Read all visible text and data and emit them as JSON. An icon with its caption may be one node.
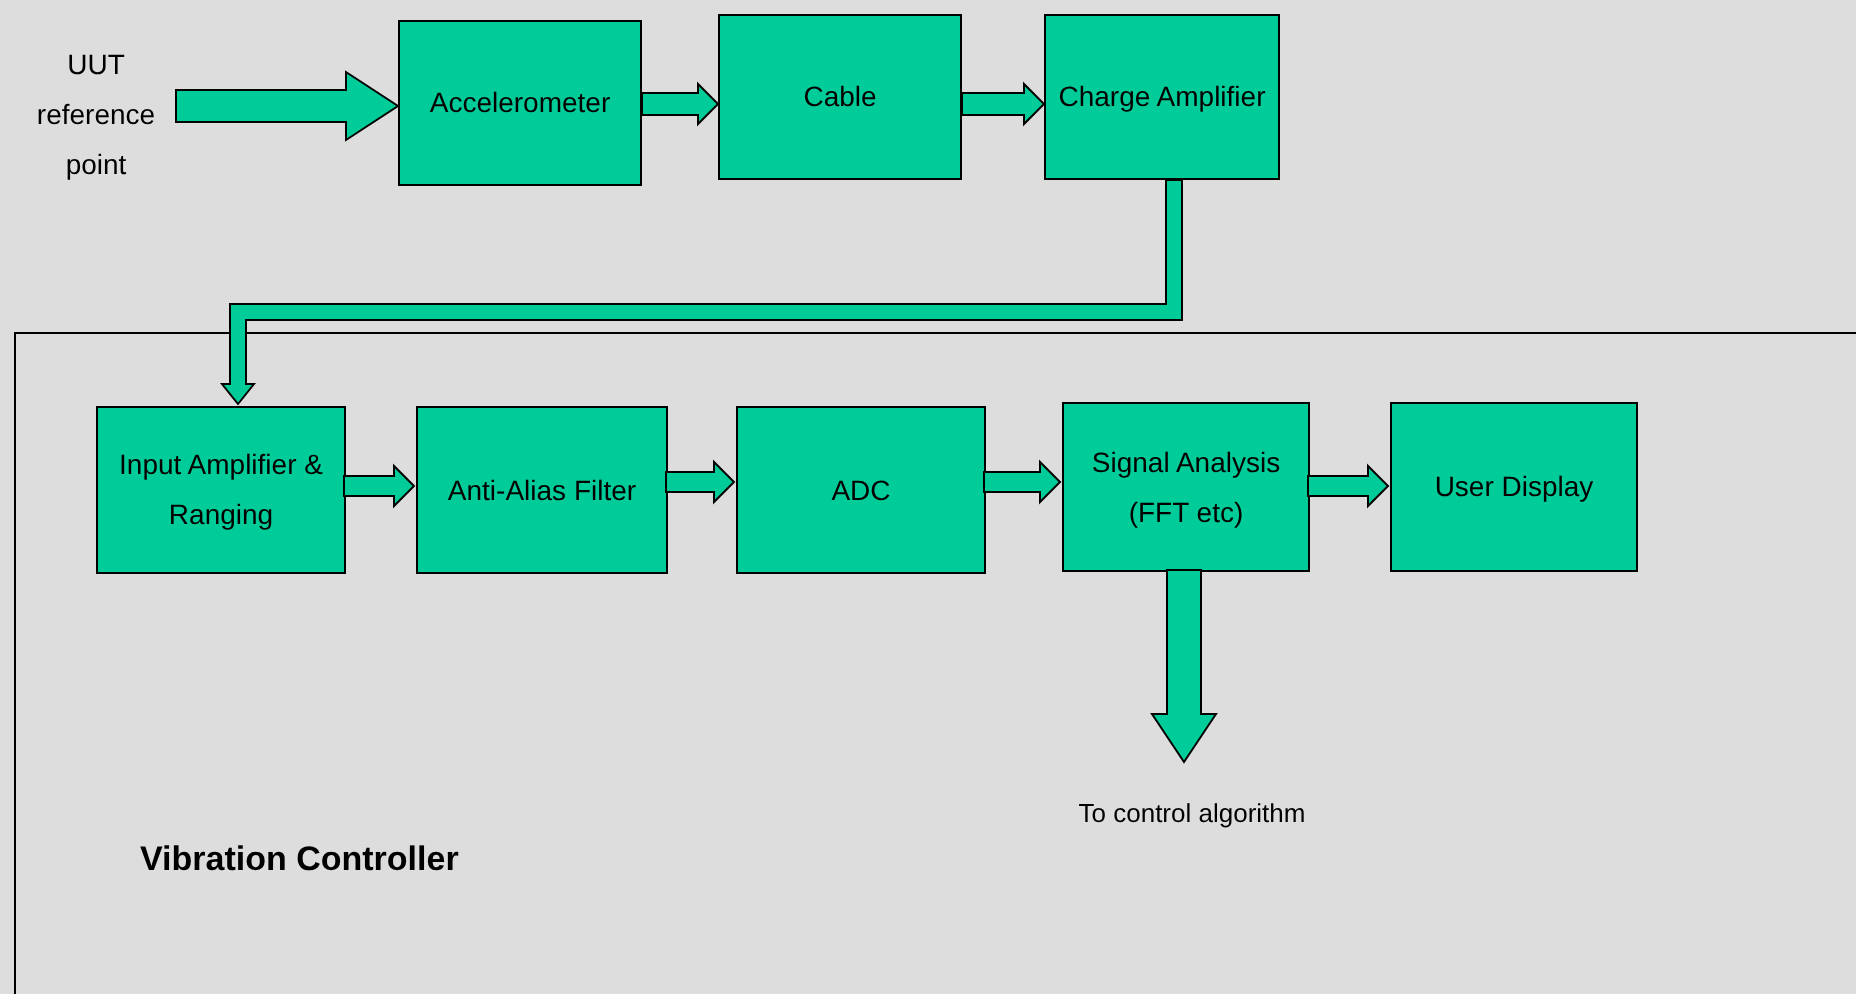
{
  "diagram": {
    "nodes": [
      {
        "text": [
          "UUT reference point"
        ]
      },
      {
        "text": [
          "Accelerometer"
        ]
      },
      {
        "text": [
          "Cable"
        ]
      },
      {
        "text": [
          "Charge Amplifier"
        ]
      },
      {
        "text": [
          "Vibration Controller"
        ]
      },
      {
        "text": [
          "Input Amplifier & Ranging"
        ],
        "in": 4
      },
      {
        "text": [
          "Anti-Alias Filter"
        ],
        "in": 4
      },
      {
        "text": [
          "ADC"
        ],
        "in": 4
      },
      {
        "text": [
          "Signal Analysis (FFT etc)"
        ],
        "in": 4
      },
      {
        "text": [
          "User Display"
        ],
        "in": 4
      },
      {
        "text": [
          "To control algorithm"
        ],
        "in": 4
      }
    ],
    "edges": [
      {
        "from": 0,
        "to": 1,
        "arrow": "to"
      },
      {
        "from": 1,
        "to": 2,
        "arrow": "to"
      },
      {
        "from": 2,
        "to": 3,
        "arrow": "to"
      },
      {
        "from": 3,
        "to": 5,
        "arrow": "to"
      },
      {
        "from": 5,
        "to": 6,
        "arrow": "to"
      },
      {
        "from": 6,
        "to": 7,
        "arrow": "to"
      },
      {
        "from": 7,
        "to": 8,
        "arrow": "to"
      },
      {
        "from": 8,
        "to": 9,
        "arrow": "to"
      },
      {
        "from": 8,
        "to": 10,
        "arrow": "to"
      }
    ]
  }
}
